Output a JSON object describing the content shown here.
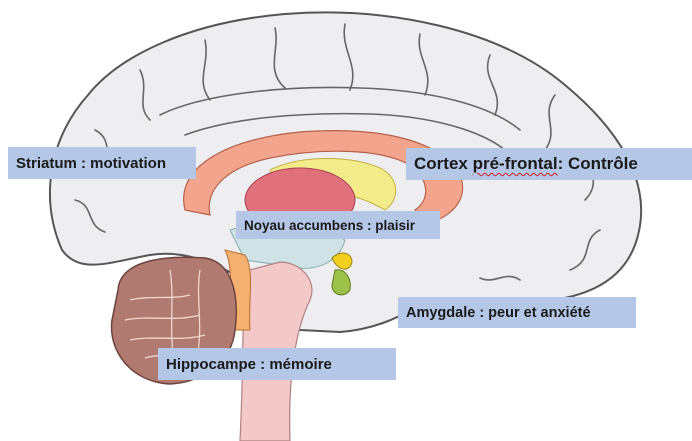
{
  "labels": {
    "striatum": "Striatum : motivation",
    "cortex_part1": "Cortex ",
    "cortex_part2": "pré-frontal",
    "cortex_part3": ": Contrôle",
    "accumbens": "Noyau accumbens : plaisir",
    "amygdale": "Amygdale : peur et anxiété",
    "hippocampe": "Hippocampe : mémoire"
  },
  "colors": {
    "label_background": "#b4c7e7",
    "cortex_fill": "#eeeef1",
    "cortex_outline": "#555555",
    "corpus_callosum": "#f2a48c",
    "thalamus": "#e0707c",
    "striatum_yellow": "#f4ec8a",
    "brainstem": "#f2c8c8",
    "cerebellum": "#b07a70",
    "amygdala": "#f3d020",
    "hippocampus": "#9cc24a"
  }
}
